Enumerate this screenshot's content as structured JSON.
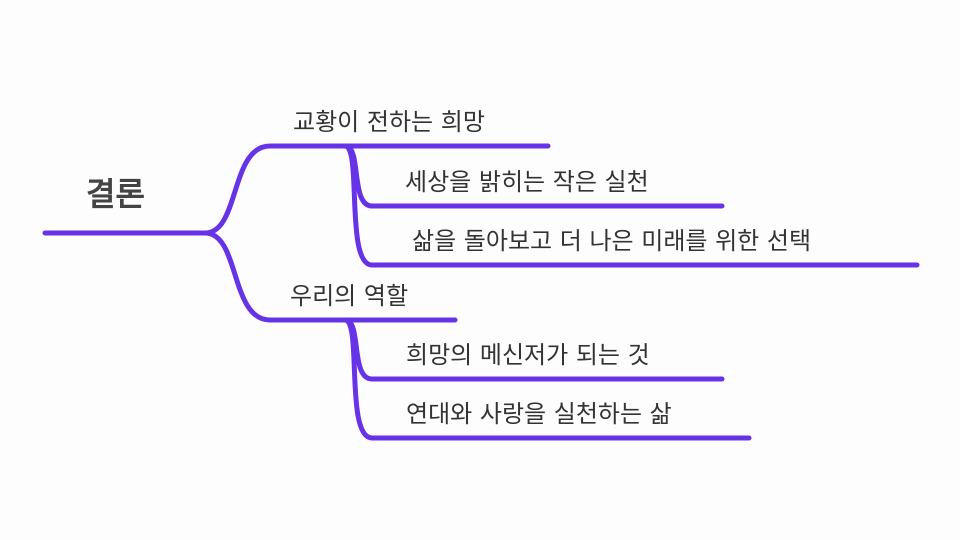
{
  "root": {
    "label": "결론"
  },
  "branches": [
    {
      "label": "교황이 전하는 희망",
      "children": [
        {
          "label": "세상을 밝히는 작은 실천"
        },
        {
          "label": "삶을 돌아보고 더 나은 미래를 위한 선택"
        }
      ]
    },
    {
      "label": "우리의 역할",
      "children": [
        {
          "label": "희망의 메신저가 되는 것"
        },
        {
          "label": "연대와 사랑을 실천하는 삶"
        }
      ]
    }
  ],
  "colors": {
    "line": "#6633e6",
    "text": "#333333",
    "background": "#fdfdfd"
  }
}
